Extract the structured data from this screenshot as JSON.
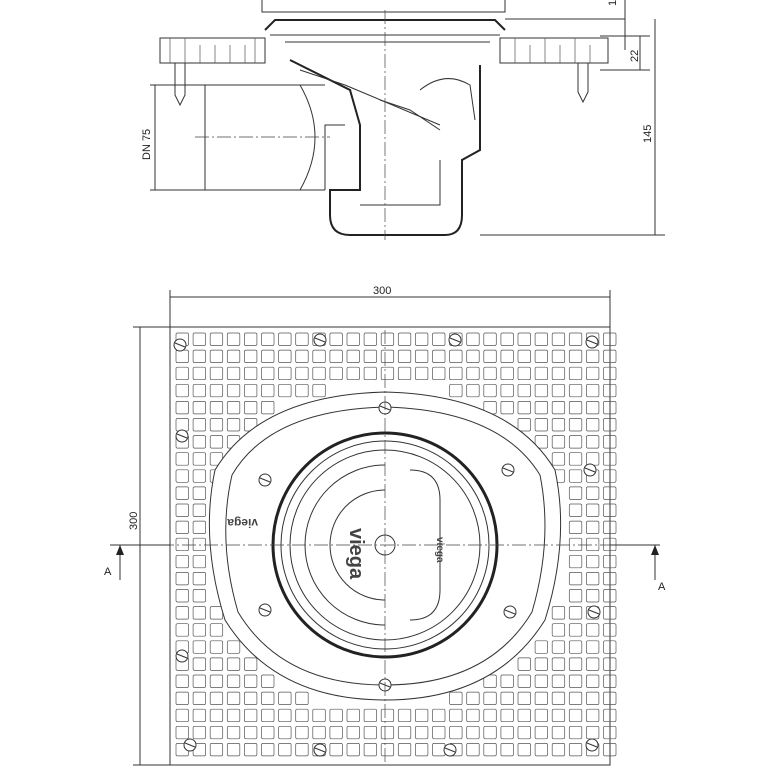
{
  "section_view": {
    "dim_top_partial": "1",
    "dim_flange_height": "22",
    "dim_total_height": "145",
    "dim_outlet": "DN 75"
  },
  "plan_view": {
    "dim_width": "300",
    "dim_height": "300",
    "section_marker_left": "A",
    "section_marker_right": "A",
    "brand_logo": "viega"
  }
}
